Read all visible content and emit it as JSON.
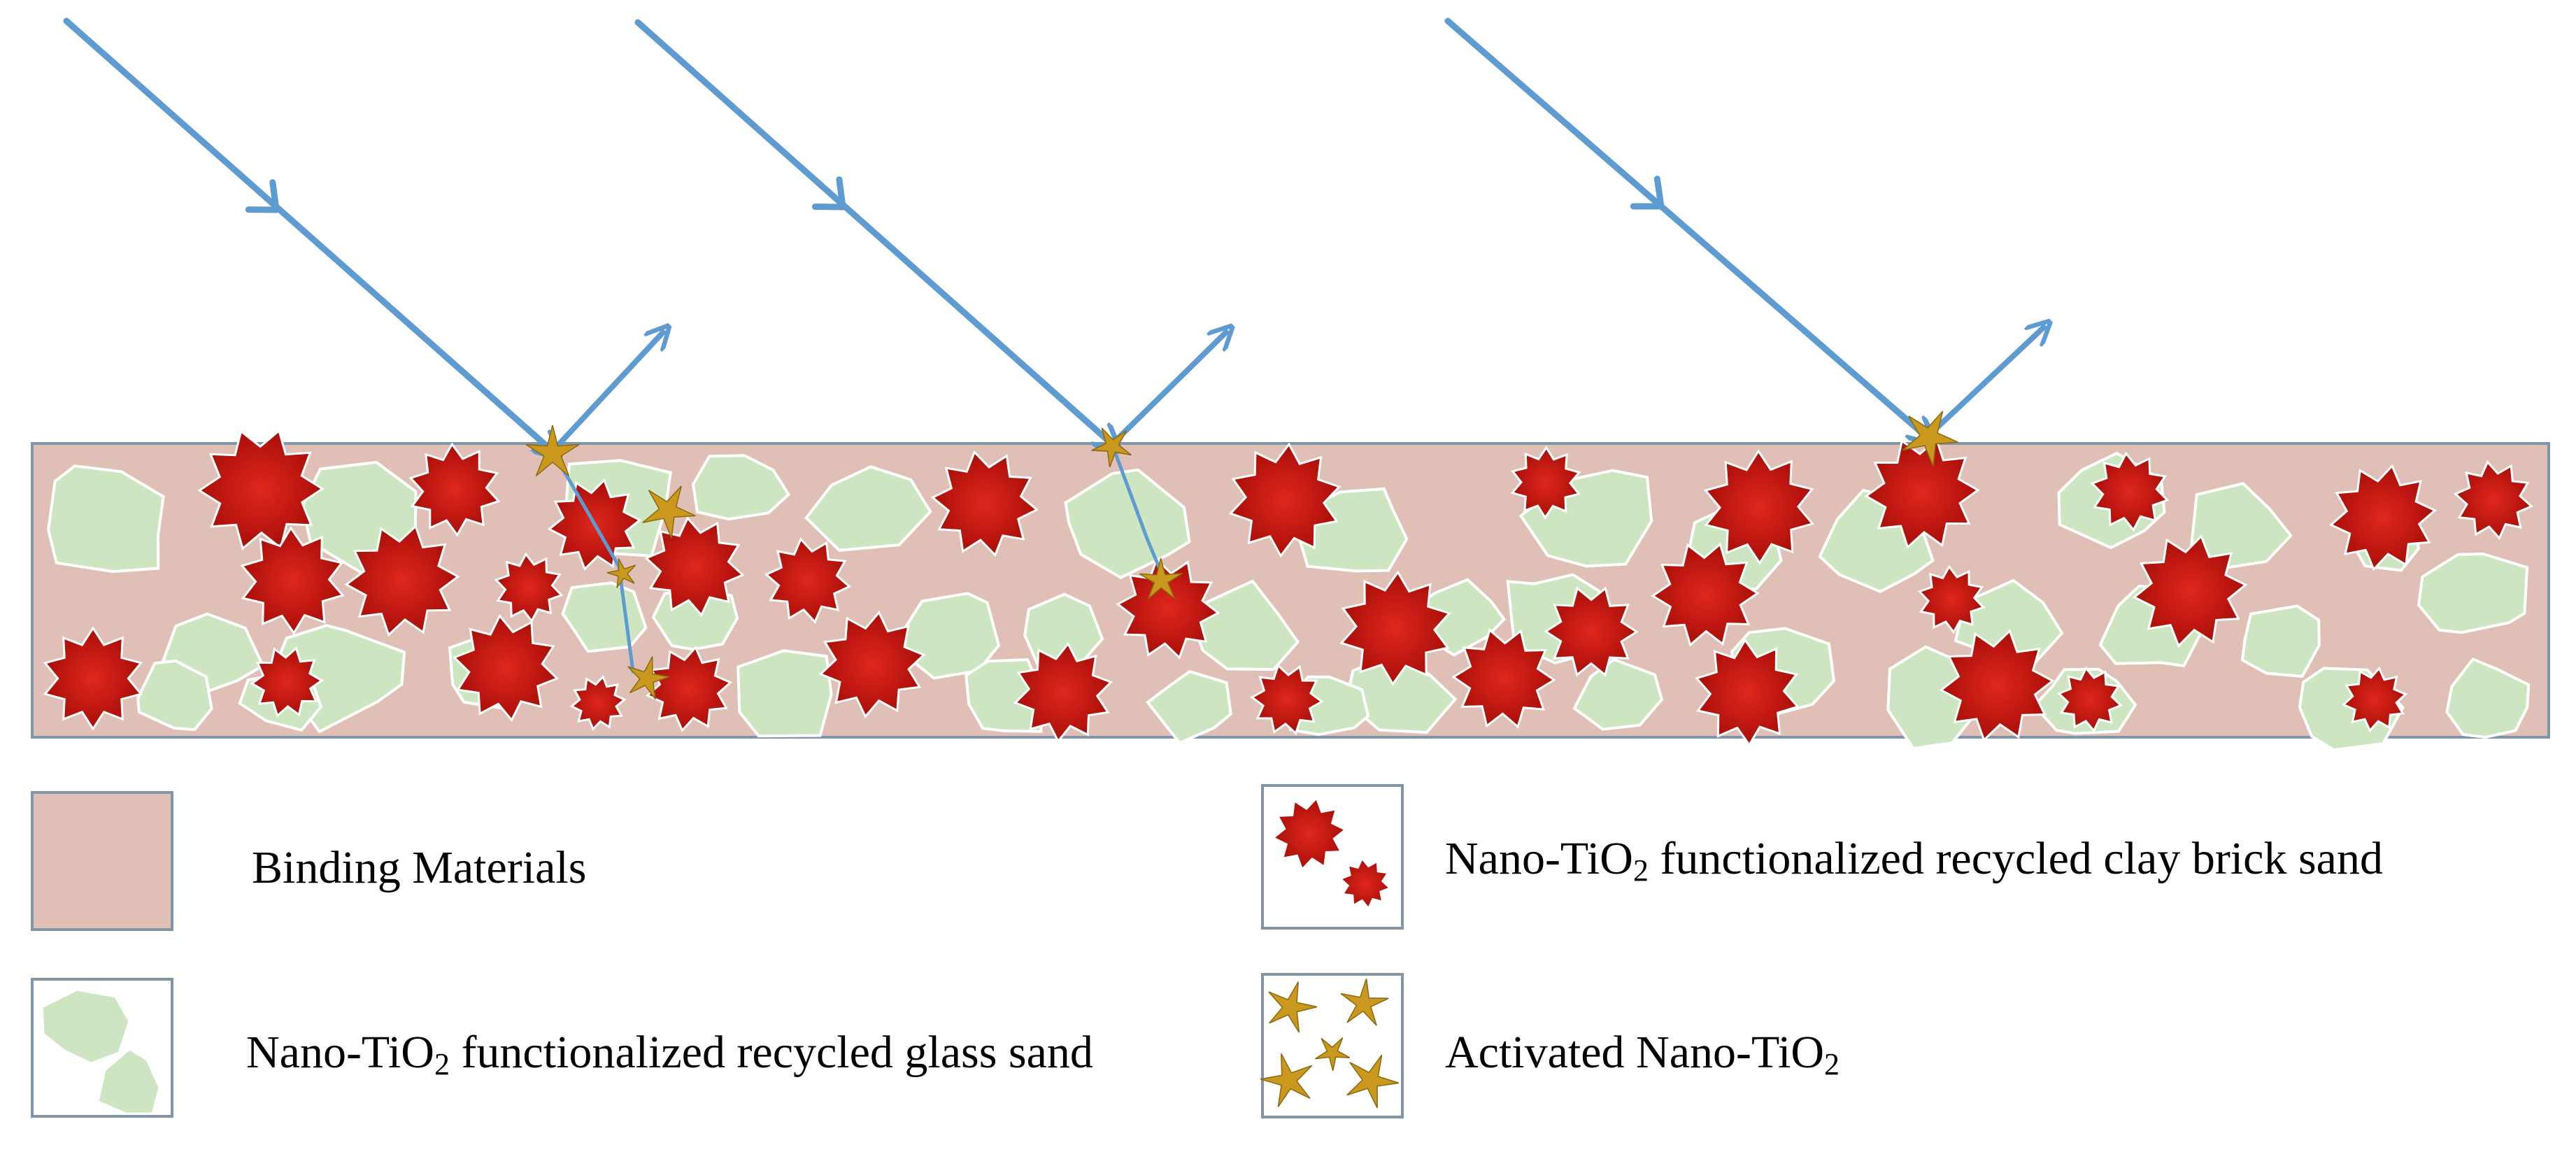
{
  "colors": {
    "binder": "#e0bfb6",
    "glass": "#cde5c0",
    "brick_dark": "#9e0a04",
    "brick_light": "#e0271e",
    "tio2": "#c9981c",
    "light_ray": "#5d9bd1",
    "frame": "#7f95a8"
  },
  "legend": {
    "binding": {
      "label": "Binding Materials",
      "icon": "binding-swatch"
    },
    "brick": {
      "label_before": "Nano-TiO",
      "label_sub": "2",
      "label_after": " functionalized recycled clay brick sand",
      "icon": "red-star-particles"
    },
    "glass": {
      "label_before": "Nano-TiO",
      "label_sub": "2",
      "label_after": " functionalized recycled glass sand",
      "icon": "green-particles"
    },
    "tio2": {
      "label_before": "Activated Nano-TiO",
      "label_sub": "2",
      "label_after": "",
      "icon": "gold-star-particles"
    }
  }
}
